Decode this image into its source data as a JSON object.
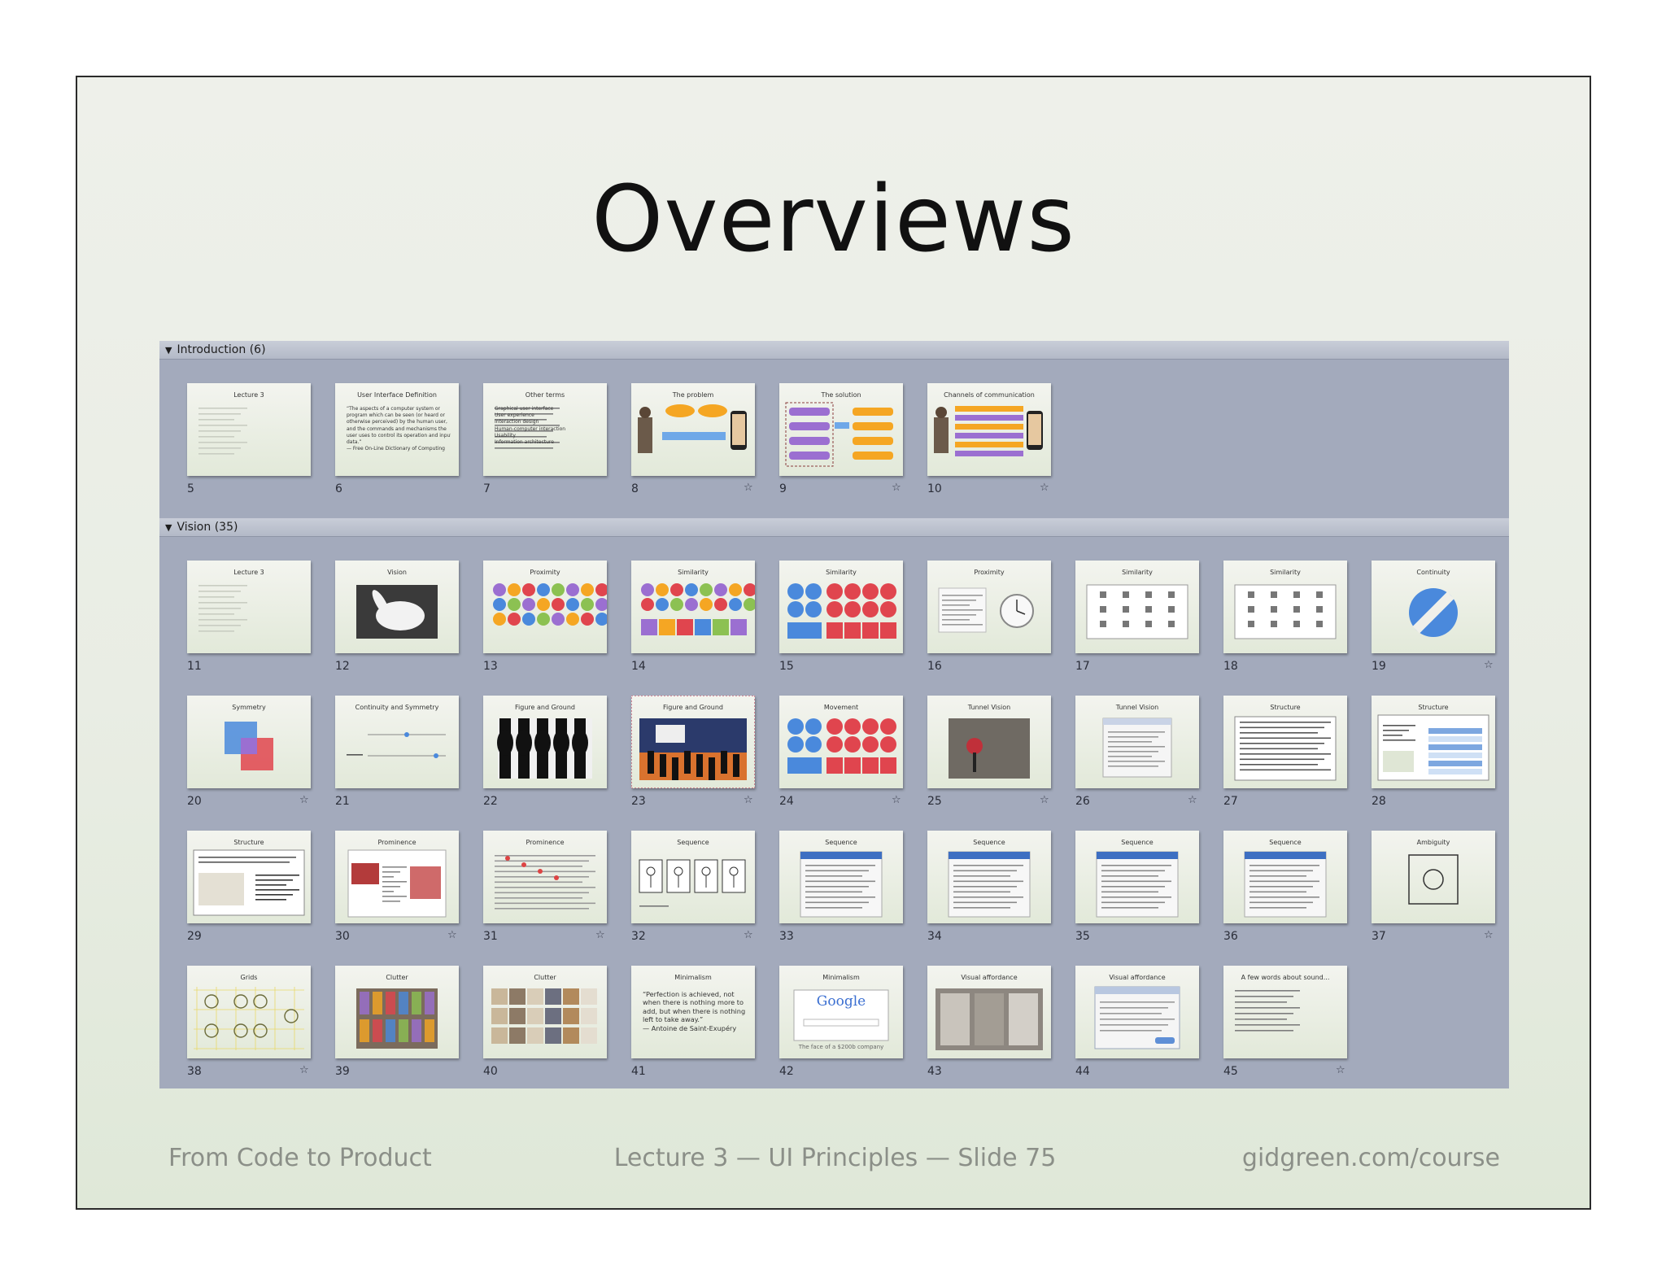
{
  "slide": {
    "title": "Overviews",
    "footer_left": "From Code to Product",
    "footer_center": "Lecture 3 — UI Principles — Slide 75",
    "footer_right": "gidgreen.com/course"
  },
  "sections": [
    {
      "label": "Introduction (6)",
      "slides": [
        {
          "num": "5",
          "title": "Lecture 3",
          "kind": "bullets-faint",
          "star": false
        },
        {
          "num": "6",
          "title": "User Interface Definition",
          "kind": "quote",
          "star": false
        },
        {
          "num": "7",
          "title": "Other terms",
          "kind": "bullets",
          "star": false
        },
        {
          "num": "8",
          "title": "The problem",
          "kind": "problem",
          "star": true
        },
        {
          "num": "9",
          "title": "The solution",
          "kind": "solution",
          "star": true
        },
        {
          "num": "10",
          "title": "Channels of communication",
          "kind": "channels",
          "star": true
        }
      ]
    },
    {
      "label": "Vision (35)",
      "slides": [
        {
          "num": "11",
          "title": "Lecture 3",
          "kind": "bullets-faint",
          "star": false
        },
        {
          "num": "12",
          "title": "Vision",
          "kind": "rabbit",
          "star": false
        },
        {
          "num": "13",
          "title": "Proximity",
          "kind": "dots-color",
          "star": false
        },
        {
          "num": "14",
          "title": "Similarity",
          "kind": "dots-squares",
          "star": false
        },
        {
          "num": "15",
          "title": "Similarity",
          "kind": "blue-red",
          "star": false
        },
        {
          "num": "16",
          "title": "Proximity",
          "kind": "calendar",
          "star": false
        },
        {
          "num": "17",
          "title": "Similarity",
          "kind": "icons-grid",
          "star": false
        },
        {
          "num": "18",
          "title": "Similarity",
          "kind": "icons-grid",
          "star": false
        },
        {
          "num": "19",
          "title": "Continuity",
          "kind": "circle-bar",
          "star": true
        },
        {
          "num": "20",
          "title": "Symmetry",
          "kind": "squares",
          "star": true
        },
        {
          "num": "21",
          "title": "Continuity and Symmetry",
          "kind": "sliders",
          "star": false
        },
        {
          "num": "22",
          "title": "Figure and Ground",
          "kind": "vases",
          "star": false
        },
        {
          "num": "23",
          "title": "Figure and Ground",
          "kind": "sunset",
          "star": true
        },
        {
          "num": "24",
          "title": "Movement",
          "kind": "blue-red",
          "star": true
        },
        {
          "num": "25",
          "title": "Tunnel Vision",
          "kind": "photo",
          "star": true
        },
        {
          "num": "26",
          "title": "Tunnel Vision",
          "kind": "dialog",
          "star": true
        },
        {
          "num": "27",
          "title": "Structure",
          "kind": "textbox",
          "star": false
        },
        {
          "num": "28",
          "title": "Structure",
          "kind": "structure-box",
          "star": false
        },
        {
          "num": "29",
          "title": "Structure",
          "kind": "structure-map",
          "star": false
        },
        {
          "num": "30",
          "title": "Prominence",
          "kind": "prominence",
          "star": true
        },
        {
          "num": "31",
          "title": "Prominence",
          "kind": "prominence-lines",
          "star": true
        },
        {
          "num": "32",
          "title": "Sequence",
          "kind": "stick-figures",
          "star": true
        },
        {
          "num": "33",
          "title": "Sequence",
          "kind": "phone-form",
          "star": false
        },
        {
          "num": "34",
          "title": "Sequence",
          "kind": "phone-form",
          "star": false
        },
        {
          "num": "35",
          "title": "Sequence",
          "kind": "phone-form",
          "star": false
        },
        {
          "num": "36",
          "title": "Sequence",
          "kind": "phone-form",
          "star": false
        },
        {
          "num": "37",
          "title": "Ambiguity",
          "kind": "ambiguity",
          "star": true
        },
        {
          "num": "38",
          "title": "Grids",
          "kind": "grid-circles",
          "star": true
        },
        {
          "num": "39",
          "title": "Clutter",
          "kind": "clutter-photo",
          "star": false
        },
        {
          "num": "40",
          "title": "Clutter",
          "kind": "clutter-collage",
          "star": false
        },
        {
          "num": "41",
          "title": "Minimalism",
          "kind": "quote-min",
          "star": false
        },
        {
          "num": "42",
          "title": "Minimalism",
          "kind": "google",
          "star": false
        },
        {
          "num": "43",
          "title": "Visual affordance",
          "kind": "doors",
          "star": false
        },
        {
          "num": "44",
          "title": "Visual affordance",
          "kind": "afford-dialog",
          "star": false
        },
        {
          "num": "45",
          "title": "A few words about sound...",
          "kind": "bullets",
          "star": true
        }
      ]
    }
  ],
  "thumb_text": {
    "quote_6": [
      "“The aspects of a computer system or",
      "program which can be seen (or heard or",
      "otherwise perceived) by the human user,",
      "and the commands and mechanisms the",
      "user uses to control its operation and input",
      "data.”",
      "— Free On-Line Dictionary of Computing"
    ],
    "quote_41": [
      "“Perfection is achieved, not",
      "when there is nothing more to",
      "add, but when there is nothing",
      "left to take away.”",
      "— Antoine de Saint-Exupéry"
    ],
    "bullets_7": [
      "Graphical user interface",
      "User experience",
      "Interaction design",
      "Human-computer interaction",
      "Usability",
      "Information architecture"
    ],
    "google_word": "Google",
    "google_caption": "The face of a $200b company"
  },
  "colors": {
    "panel": "#a3aabc",
    "purple": "#9b6fd1",
    "orange": "#f5a623",
    "red": "#e0454e",
    "blue": "#4a89dc",
    "green": "#8cc152"
  }
}
